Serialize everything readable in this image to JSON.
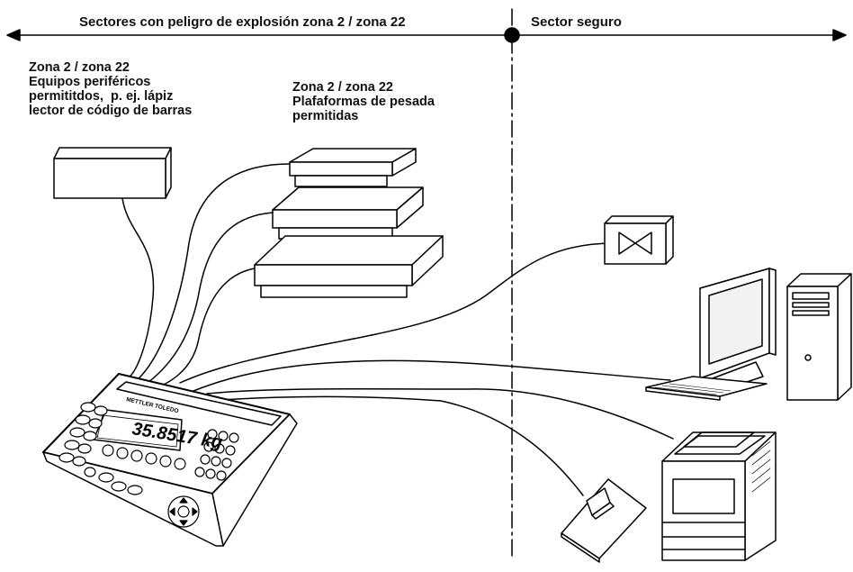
{
  "header": {
    "hazard_label": "Sectores con peligro de explosión zona 2 / zona 22",
    "safe_label": "Sector seguro"
  },
  "labels": {
    "peripherals": [
      "Zona 2 / zona 22",
      "Equipos periféricos",
      "permititdos,  p. ej. lápiz",
      "lector de código de barras"
    ],
    "platforms": [
      "Zona 2 / zona 22",
      "Plafaformas de pesada",
      "permitidas"
    ]
  },
  "terminal": {
    "brand": "METTLER TOLEDO",
    "display": "35.8517 kg"
  }
}
